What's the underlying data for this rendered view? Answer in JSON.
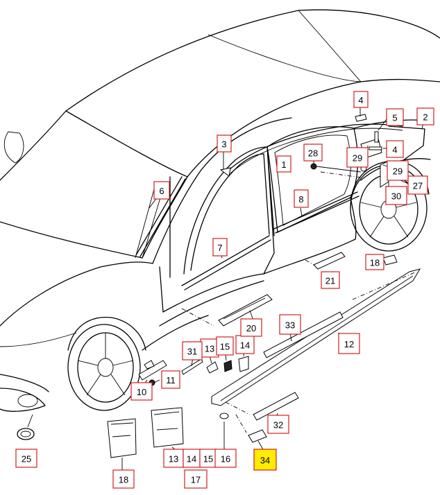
{
  "diagram": {
    "callouts": [
      {
        "id": "c1",
        "label": "1"
      },
      {
        "id": "c2",
        "label": "2"
      },
      {
        "id": "c3",
        "label": "3"
      },
      {
        "id": "c4a",
        "label": "4"
      },
      {
        "id": "c4b",
        "label": "4"
      },
      {
        "id": "c5",
        "label": "5"
      },
      {
        "id": "c6",
        "label": "6"
      },
      {
        "id": "c7",
        "label": "7"
      },
      {
        "id": "c8",
        "label": "8"
      },
      {
        "id": "c10",
        "label": "10"
      },
      {
        "id": "c11",
        "label": "11"
      },
      {
        "id": "c12",
        "label": "12"
      },
      {
        "id": "c13a",
        "label": "13"
      },
      {
        "id": "c13b",
        "label": "13"
      },
      {
        "id": "c14a",
        "label": "14"
      },
      {
        "id": "c14b",
        "label": "14"
      },
      {
        "id": "c15a",
        "label": "15"
      },
      {
        "id": "c15b",
        "label": "15"
      },
      {
        "id": "c16",
        "label": "16"
      },
      {
        "id": "c17",
        "label": "17"
      },
      {
        "id": "c18a",
        "label": "18"
      },
      {
        "id": "c18b",
        "label": "18"
      },
      {
        "id": "c20",
        "label": "20"
      },
      {
        "id": "c21",
        "label": "21"
      },
      {
        "id": "c25",
        "label": "25"
      },
      {
        "id": "c27",
        "label": "27"
      },
      {
        "id": "c28",
        "label": "28"
      },
      {
        "id": "c29a",
        "label": "29"
      },
      {
        "id": "c29b",
        "label": "29"
      },
      {
        "id": "c30",
        "label": "30"
      },
      {
        "id": "c31",
        "label": "31"
      },
      {
        "id": "c32",
        "label": "32"
      },
      {
        "id": "c33",
        "label": "33"
      },
      {
        "id": "c34",
        "label": "34"
      }
    ],
    "highlight_id": "c34",
    "colors": {
      "callout_border": "#d21f1f",
      "highlight_fill": "#ffec00",
      "line": "#000000"
    }
  }
}
